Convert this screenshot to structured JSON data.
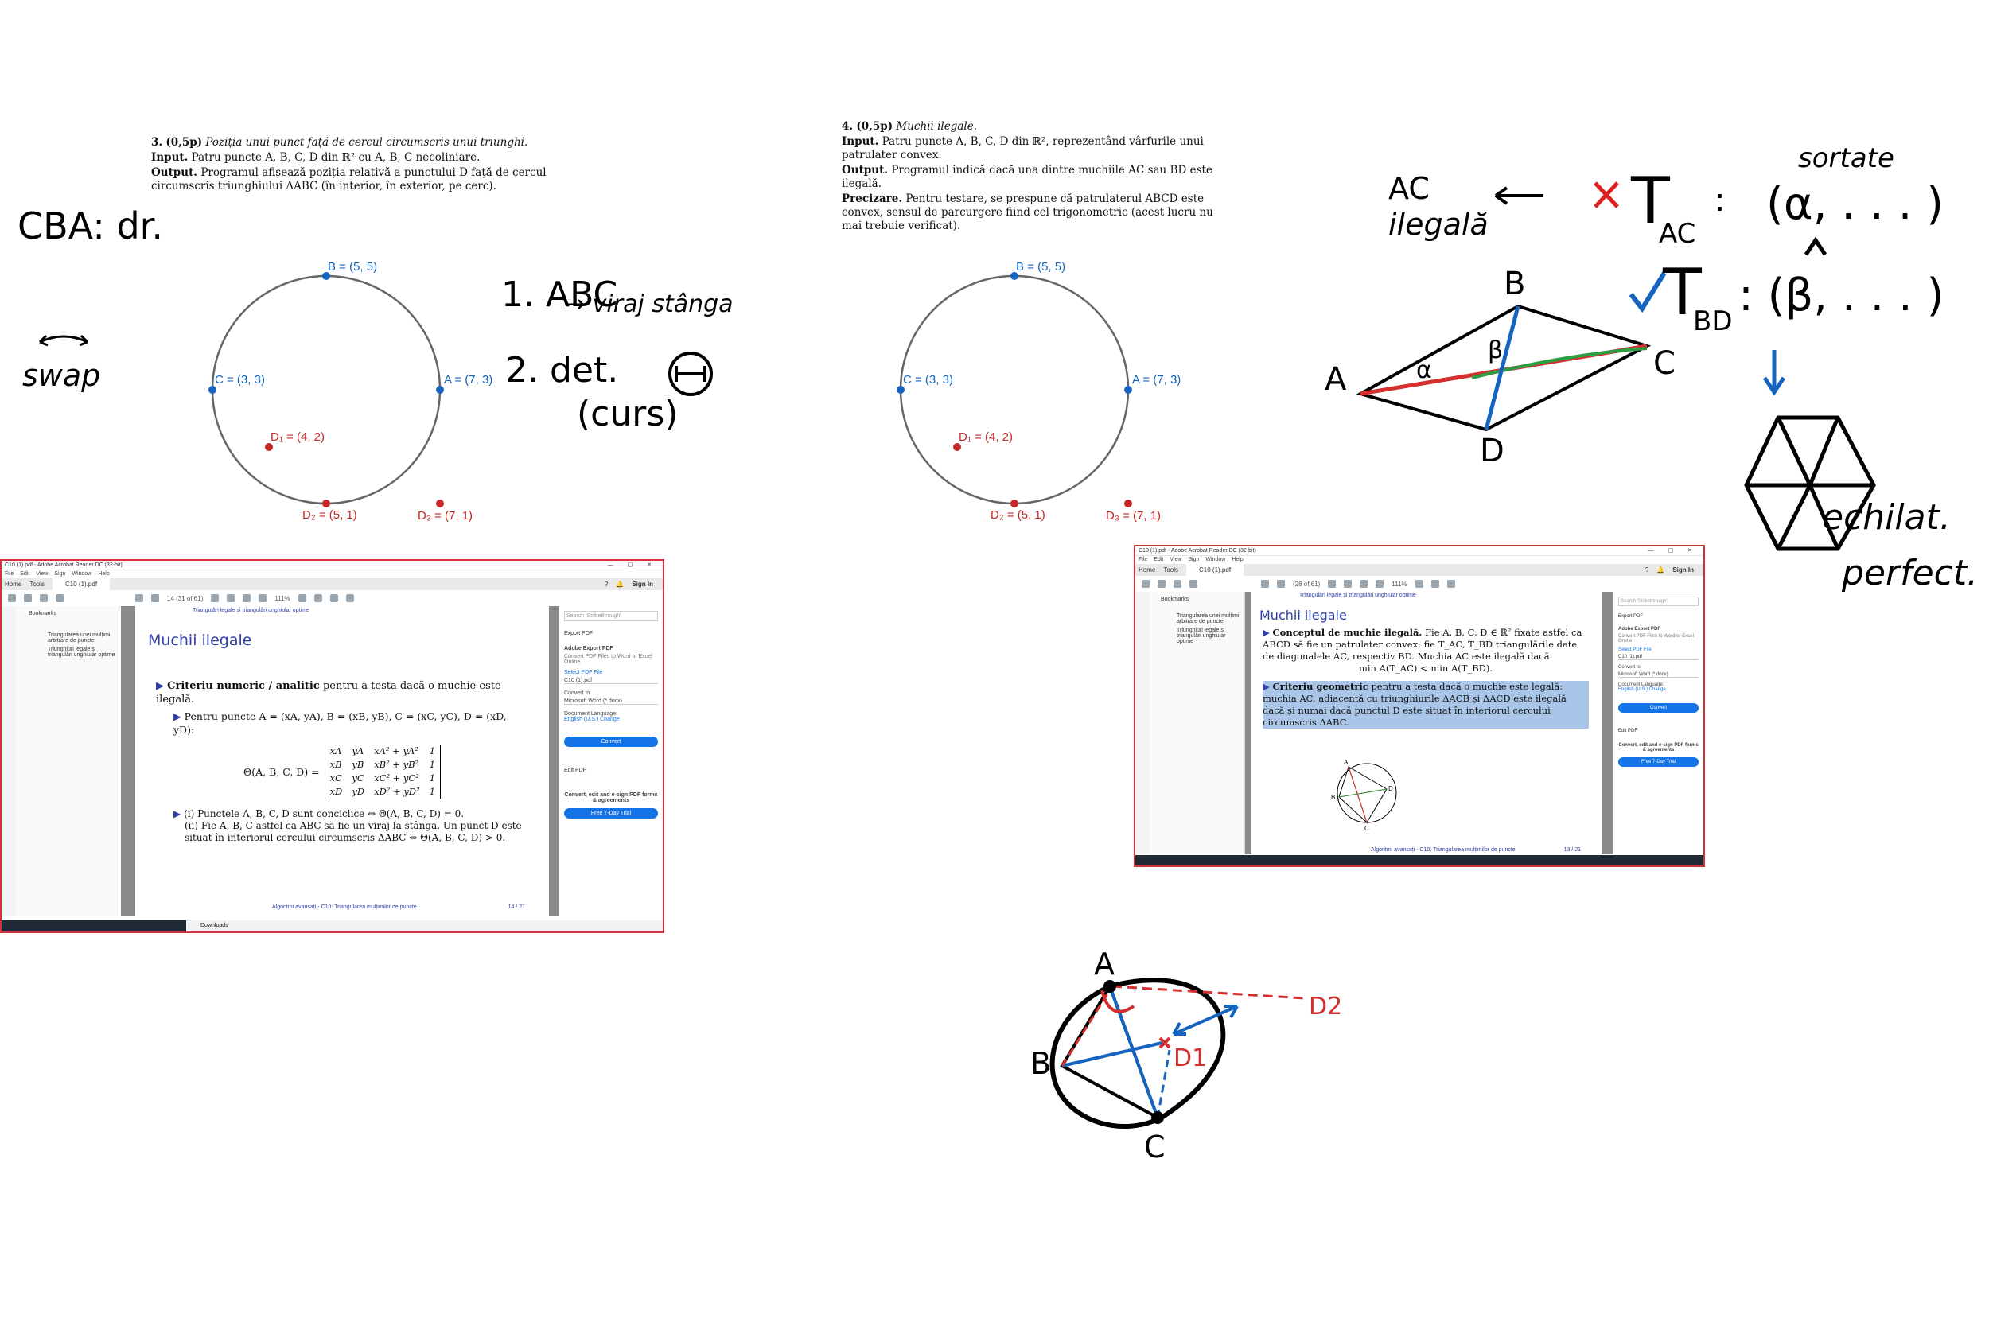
{
  "problem3": {
    "number": "3.",
    "points": "(0,5p)",
    "title": "Poziția unui punct față de cercul circumscris unui triunghi.",
    "input_label": "Input.",
    "input_text": "Patru puncte A, B, C, D din ℝ² cu A, B, C necoliniare.",
    "output_label": "Output.",
    "output_text": "Programul afișează poziția relativă a punctului D față de cercul circumscris triunghiului ΔABC (în interior, în exterior, pe cerc)."
  },
  "problem4": {
    "number": "4.",
    "points": "(0,5p)",
    "title": "Muchii ilegale.",
    "input_label": "Input.",
    "input_text": "Patru puncte A, B, C, D din ℝ², reprezentând vârfurile unui patrulater convex.",
    "output_label": "Output.",
    "output_text": "Programul indică dacă una dintre muchiile AC sau BD este ilegală.",
    "note_label": "Precizare.",
    "note_text": "Pentru testare, se prespune că patrulaterul ABCD este convex, sensul de parcurgere fiind cel trigonometric (acest lucru nu mai trebuie verificat)."
  },
  "figure_left": {
    "labels": {
      "B": "B = (5, 5)",
      "A": "A = (7, 3)",
      "C": "C = (3, 3)",
      "D1": "D₁ = (4, 2)",
      "D2": "D₂ = (5, 1)",
      "D3": "D₃ = (7, 1)"
    }
  },
  "figure_right": {
    "labels": {
      "B": "B = (5, 5)",
      "A": "A = (7, 3)",
      "C": "C = (3, 3)",
      "D1": "D₁ = (4, 2)",
      "D2": "D₂ = (5, 1)",
      "D3": "D₃ = (7, 1)"
    }
  },
  "handwriting": {
    "cba": "CBA: dr.",
    "swap": "swap",
    "step1": "1. ABC",
    "viraj": "→ viraj stânga",
    "step2": "2. det.",
    "curs": "(curs)",
    "ac": "AC",
    "ilegala": "ilegală",
    "t_ac": "T",
    "t_ac_sub": "AC",
    "alpha_tuple": "(α, . . . )",
    "sortate": "sortate",
    "t_bd": "T",
    "t_bd_sub": "BD",
    "beta_tuple": ": (β, . . . )",
    "echilat": "echilat.",
    "perfect": "perfect.",
    "pt_A": "A",
    "pt_B": "B",
    "pt_C": "C",
    "pt_D": "D",
    "alpha": "α",
    "beta": "β",
    "bottom_A": "A",
    "bottom_B": "B",
    "bottom_C": "C",
    "d1": "D1",
    "d2": "D2"
  },
  "acrobat_left": {
    "title": "C10 (1).pdf - Adobe Acrobat Reader DC (32-bit)",
    "menu": [
      "File",
      "Edit",
      "View",
      "Sign",
      "Window",
      "Help"
    ],
    "tabs": {
      "home": "Home",
      "tools": "Tools",
      "doc": "C10 (1).pdf"
    },
    "sign_in": "Sign In",
    "page_indicator": "14 (31 of 61)",
    "zoom": "111%",
    "bookmarks_title": "Bookmarks",
    "bookmarks": [
      "Triangularea unei mulțimi arbitrare de puncte",
      "Triunghiuri legale și triangulări unghiular optime"
    ],
    "breadcrumb": "Triangulări legale și triangulări unghiular optime",
    "slide_title": "Muchii ilegale",
    "bullet": "Criteriu numeric / analitic",
    "bullet_rest": "pentru a testa dacă o muchie este ilegală.",
    "sub": "Pentru puncte A = (xA, yA), B = (xB, yB), C = (xC, yC), D = (xD, yD):",
    "theta": "Θ(A, B, C, D) =",
    "matrix": [
      [
        "xA",
        "yA",
        "xA² + yA²",
        "1"
      ],
      [
        "xB",
        "yB",
        "xB² + yB²",
        "1"
      ],
      [
        "xC",
        "yC",
        "xC² + yC²",
        "1"
      ],
      [
        "xD",
        "yD",
        "xD² + yD²",
        "1"
      ]
    ],
    "item_i": "(i) Punctele A, B, C, D sunt conciclice ⇔ Θ(A, B, C, D) = 0.",
    "item_ii": "(ii) Fie A, B, C astfel ca ABC să fie un viraj la stânga. Un punct D este situat în interiorul cercului circumscris ΔABC ⇔ Θ(A, B, C, D) > 0.",
    "footer_left": "Algoritmi avansați - C10: Triangularea mulțimilor de puncte",
    "footer_right": "14 / 21",
    "search_placeholder": "Search 'Strikethrough'",
    "export_pdf": "Export PDF",
    "adobe_export": "Adobe Export PDF",
    "export_desc": "Convert PDF Files to Word or Excel Online",
    "select_file": "Select PDF File",
    "file_name": "C10 (1).pdf",
    "convert_to": "Convert to",
    "format": "Microsoft Word (*.docx)",
    "doc_lang": "Document Language:",
    "lang_value": "English (U.S.) Change",
    "convert_btn": "Convert",
    "edit_pdf": "Edit PDF",
    "promo": "Convert, edit and e-sign PDF forms & agreements",
    "trial_btn": "Free 7-Day Trial",
    "downloads": "Downloads"
  },
  "acrobat_right": {
    "title": "C10 (1).pdf - Adobe Acrobat Reader DC (32-bit)",
    "menu": [
      "File",
      "Edit",
      "View",
      "Sign",
      "Window",
      "Help"
    ],
    "tabs": {
      "home": "Home",
      "tools": "Tools",
      "doc": "C10 (1).pdf"
    },
    "sign_in": "Sign In",
    "page_indicator": "(28 of 61)",
    "zoom": "111%",
    "bookmarks_title": "Bookmarks",
    "bookmarks": [
      "Triangularea unei mulțimi arbitrare de puncte",
      "Triunghiuri legale și triangulări unghiular optime"
    ],
    "breadcrumb": "Triangulări legale și triangulări unghiular optime",
    "slide_title": "Muchii ilegale",
    "b1_bold": "Conceptul de muchie ilegală.",
    "b1_text": "Fie A, B, C, D ∈ ℝ² fixate astfel ca ABCD să fie un patrulater convex; fie T_AC, T_BD triangulările date de diagonalele AC, respectiv BD. Muchia AC este ilegală dacă",
    "b1_formula": "min A(T_AC) < min A(T_BD).",
    "b2_bold": "Criteriu geometric",
    "b2_text": "pentru a testa dacă o muchie este legală: muchia AC, adiacentă cu triunghiurile ΔACB și ΔACD este ilegală dacă și numai dacă punctul D este situat în interiorul cercului circumscris ΔABC.",
    "footer_left": "Algoritmi avansați - C10: Triangularea mulțimilor de puncte",
    "footer_right": "13 / 21",
    "search_placeholder": "Search 'Strikethrough'",
    "export_pdf": "Export PDF",
    "adobe_export": "Adobe Export PDF",
    "export_desc": "Convert PDF Files to Word or Excel Online",
    "select_file": "Select PDF File",
    "file_name": "C10 (1).pdf",
    "convert_to": "Convert to",
    "format": "Microsoft Word (*.docx)",
    "doc_lang": "Document Language:",
    "lang_value": "English (U.S.) Change",
    "convert_btn": "Convert",
    "edit_pdf": "Edit PDF",
    "promo": "Convert, edit and e-sign PDF forms & agreements",
    "trial_btn": "Free 7-Day Trial",
    "mini_labels": {
      "A": "A",
      "B": "B",
      "C": "C",
      "D": "D"
    }
  },
  "colors": {
    "accent_blue": "#1565c0",
    "red": "#c62828",
    "window_border": "#d0343b",
    "slide_blue": "#2f3fa8",
    "green": "#2e9e44"
  }
}
